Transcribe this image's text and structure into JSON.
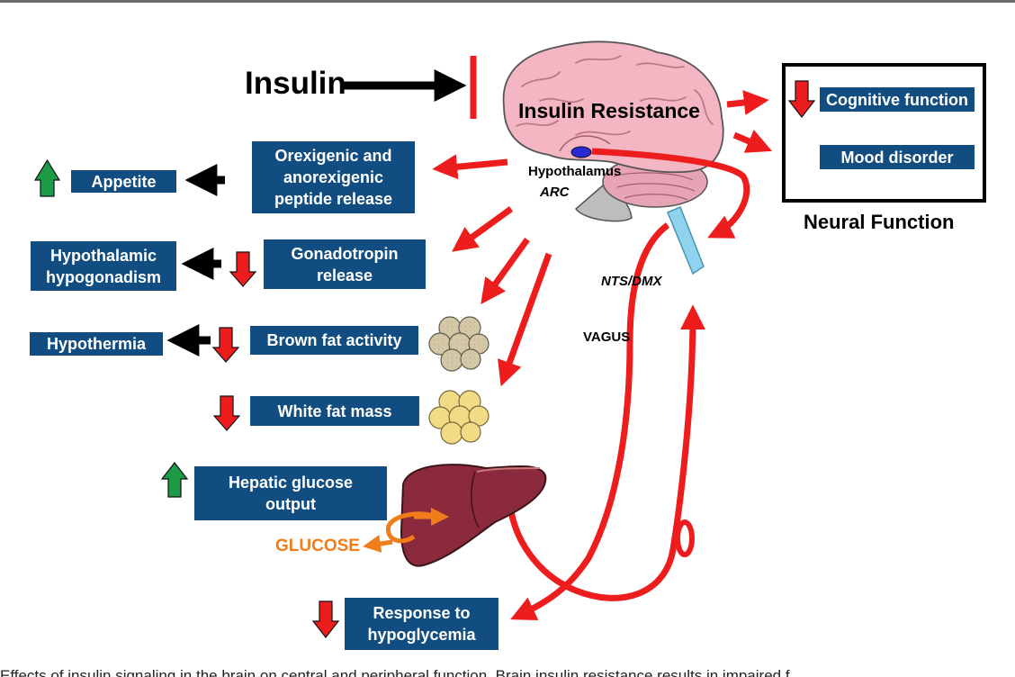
{
  "insulin_label": "Insulin",
  "insulin_resistance_label": "Insulin Resistance",
  "hypothalamus_label": "Hypothalamus",
  "arc_label": "ARC",
  "nts_dmx_label": "NTS/DMX",
  "vagus_label": "VAGUS",
  "glucose_label": "GLUCOSE",
  "neural_function": {
    "title": "Neural Function",
    "cognitive_function": "Cognitive function",
    "mood_disorder": "Mood disorder"
  },
  "boxes": {
    "orexigenic": "Orexigenic and\nanorexigenic\npeptide release",
    "appetite": "Appetite",
    "gonadotropin": "Gonadotropin\nrelease",
    "hypogonadism": "Hypothalamic\nhypogonadism",
    "brown_fat": "Brown fat activity",
    "hypothermia": "Hypothermia",
    "white_fat": "White fat mass",
    "hepatic": "Hepatic glucose\noutput",
    "hypoglycemia": "Response to\nhypoglycemia"
  },
  "caption": "Effects of insulin signaling in the brain on central and peripheral function. Brain insulin resistance results in impaired f",
  "colors": {
    "box_fill": "#114d80",
    "arrow_red": "#ee1d1d",
    "arrow_green": "#1c9a46",
    "glucose_orange": "#f07d1a",
    "brain_pink": "#f4b6c3",
    "liver": "#8b2a3c"
  },
  "icons": {
    "up_green": "up-arrow-green-icon",
    "down_red": "down-arrow-red-icon",
    "left_black": "left-arrow-black-icon"
  }
}
